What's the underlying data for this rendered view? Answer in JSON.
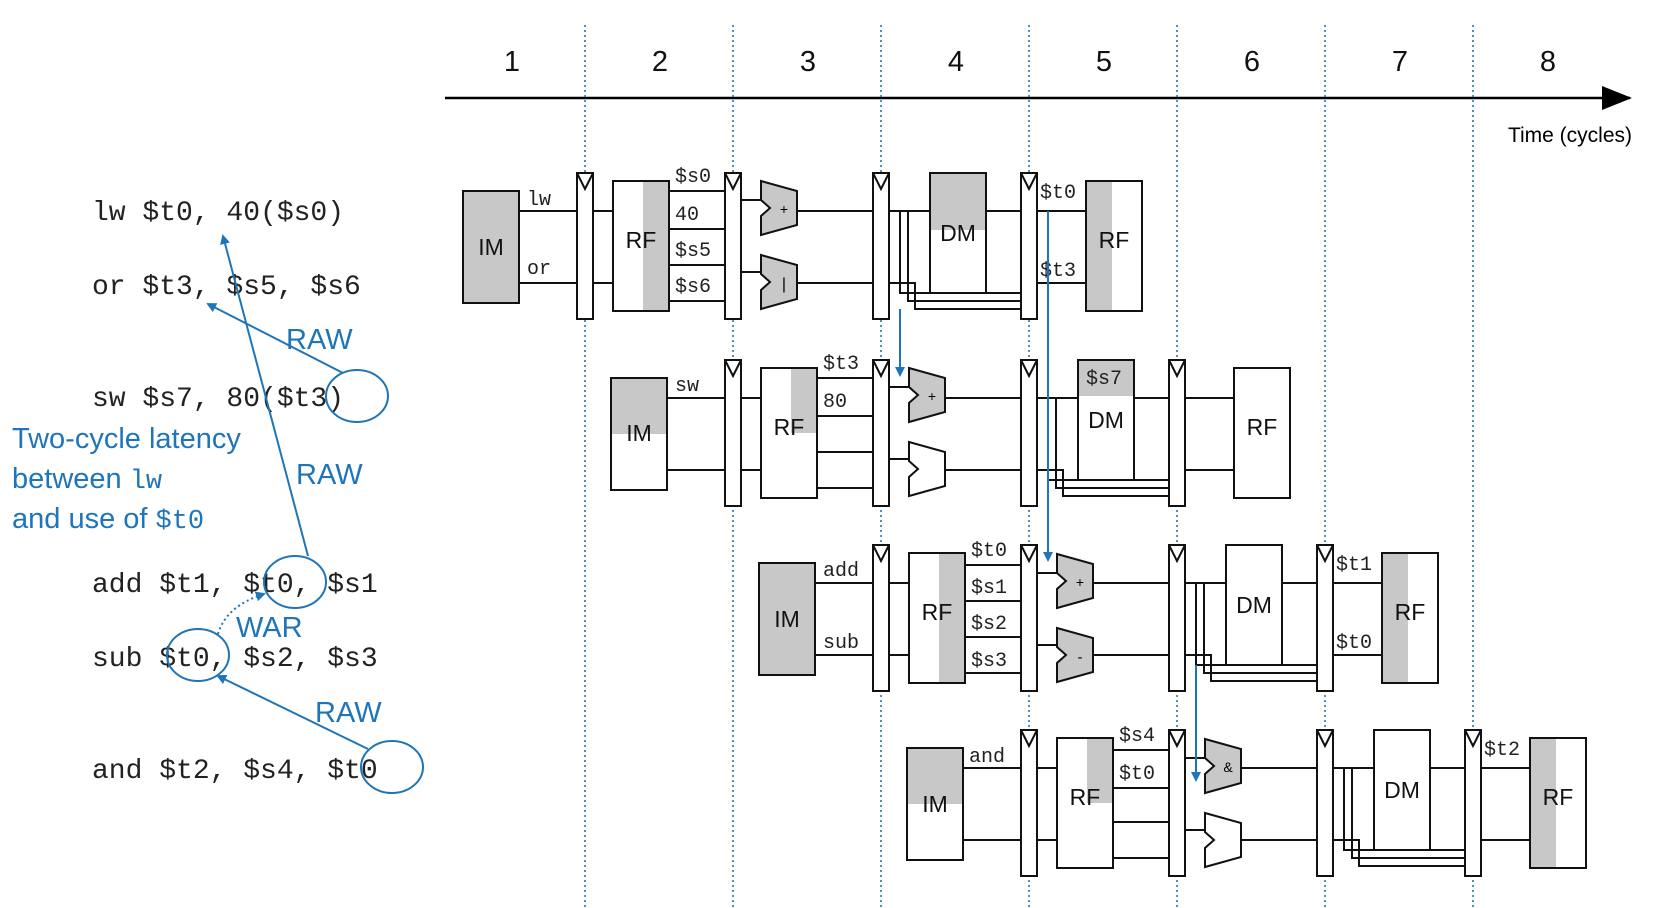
{
  "timeline": {
    "cycles": [
      "1",
      "2",
      "3",
      "4",
      "5",
      "6",
      "7",
      "8"
    ],
    "axis_label": "Time (cycles)"
  },
  "instructions": [
    "lw  $t0, 40($s0)",
    "or  $t3, $s5, $s6",
    "sw  $s7, 80($t3)",
    "add $t1, $t0, $s1",
    "sub $t0, $s2, $s3",
    "and $t2, $s4, $t0"
  ],
  "annotations": {
    "raw1": "RAW",
    "raw2": "RAW",
    "raw3": "RAW",
    "war": "WAR",
    "latency_line1": "Two-cycle latency",
    "latency_line2_text": "between ",
    "latency_line2_code": "lw",
    "latency_line3_text": "and use of ",
    "latency_line3_code": "$t0"
  },
  "units": {
    "im": "IM",
    "rf": "RF",
    "dm": "DM"
  },
  "alu_ops": {
    "lw": "+",
    "or": "|",
    "sw": "+",
    "add": "+",
    "sub": "-",
    "and": "&"
  },
  "stage_labels": {
    "lw": {
      "op": "lw",
      "op2": "or",
      "rs": "$s0",
      "imm": "40",
      "rs2": "$s5",
      "rt2": "$s6",
      "wb1": "$t0",
      "wb2": "$t3"
    },
    "sw": {
      "op": "sw",
      "rs": "$t3",
      "imm": "80",
      "store": "$s7"
    },
    "add": {
      "op": "add",
      "op2": "sub",
      "rs": "$t0",
      "rt": "$s1",
      "rs2": "$s2",
      "rt2": "$s3",
      "wb1": "$t1",
      "wb2": "$t0"
    },
    "and": {
      "op": "and",
      "rs": "$s4",
      "rt": "$t0",
      "wb": "$t2"
    }
  },
  "colors": {
    "hazard_blue": "#1f75b9",
    "unit_gray": "#c8c8c8"
  }
}
